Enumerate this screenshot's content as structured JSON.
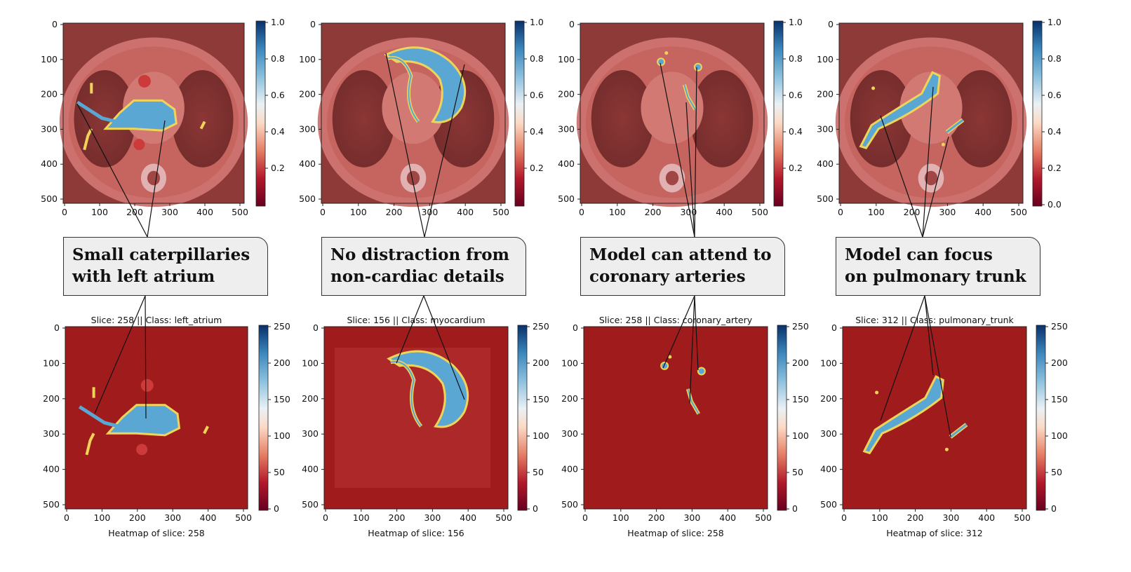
{
  "panels": [
    {
      "annotation": "Small caterpillaries\nwith left atrium",
      "bottom_title": "Slice: 258 || Class: left_atrium",
      "bottom_xlabel": "Heatmap of slice: 258",
      "top_cbar_ticks": [
        "1.0",
        "0.8",
        "0.6",
        "0.4",
        "0.2"
      ],
      "bottom_cbar_ticks": [
        "250",
        "200",
        "150",
        "100",
        "50",
        "0"
      ]
    },
    {
      "annotation": "No distraction from\nnon-cardiac details",
      "bottom_title": "Slice: 156 || Class: myocardium",
      "bottom_xlabel": "Heatmap of slice: 156",
      "top_cbar_ticks": [
        "1.0",
        "0.8",
        "0.6",
        "0.4",
        "0.2"
      ],
      "bottom_cbar_ticks": [
        "250",
        "200",
        "150",
        "100",
        "50",
        "0"
      ]
    },
    {
      "annotation": "Model can attend to\ncoronary arteries",
      "bottom_title": "Slice: 258 || Class: coronary_artery",
      "bottom_xlabel": "Heatmap of slice: 258",
      "top_cbar_ticks": [
        "1.0",
        "0.8",
        "0.6",
        "0.4",
        "0.2"
      ],
      "bottom_cbar_ticks": [
        "250",
        "200",
        "150",
        "100",
        "50",
        "0"
      ]
    },
    {
      "annotation": "Model can focus\non pulmonary trunk",
      "bottom_title": "Slice: 312 || Class: pulmonary_trunk",
      "bottom_xlabel": "Heatmap of slice: 312",
      "top_cbar_ticks": [
        "1.0",
        "0.8",
        "0.6",
        "0.4",
        "0.2",
        "0.0"
      ],
      "bottom_cbar_ticks": [
        "250",
        "200",
        "150",
        "100",
        "50",
        "0"
      ]
    }
  ],
  "axis_ticks": [
    "0",
    "100",
    "200",
    "300",
    "400",
    "500"
  ],
  "colors": {
    "ct_overlay": "#c9605f",
    "heatmap_background": "#a01c1c",
    "structure_blue": "#5aa7d4",
    "structure_edge": "#f0d45a",
    "colormap_top": "#08306b",
    "colormap_mid": "#f7f7f7",
    "colormap_bottom": "#67001f"
  }
}
